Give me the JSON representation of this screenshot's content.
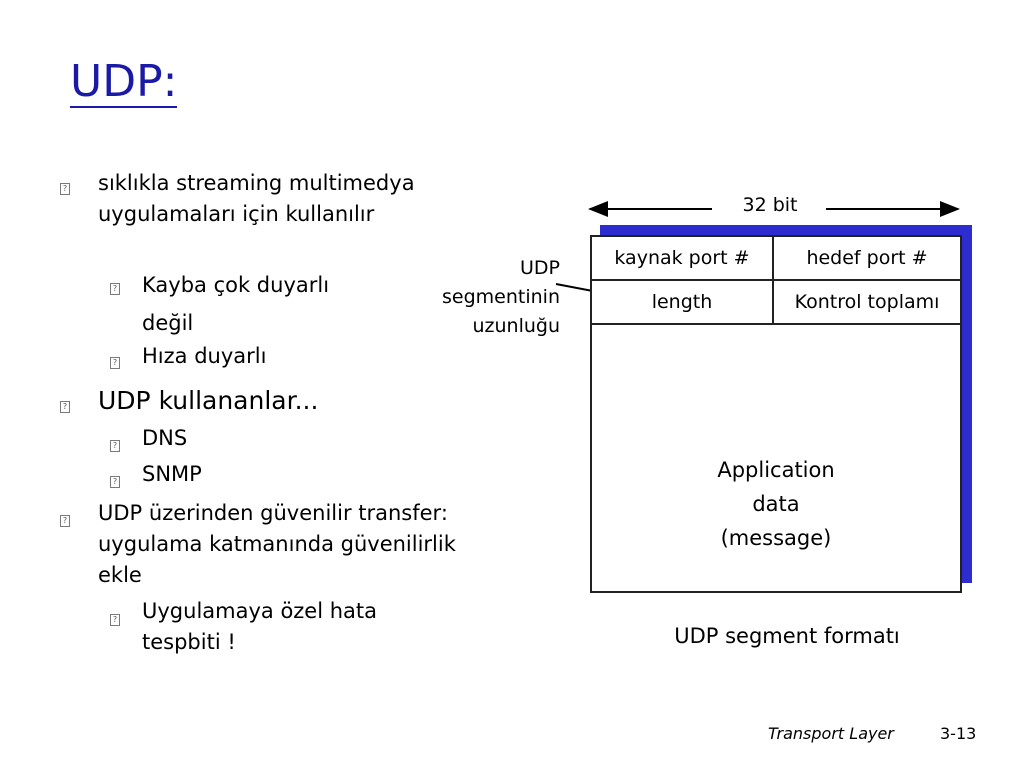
{
  "slide": {
    "title": "UDP:",
    "bullets": [
      {
        "level": 1,
        "text": "sıklıkla streaming multimedya uygulamaları için kullanılır"
      },
      {
        "level": 2,
        "text": "Kayba çok duyarlı değil"
      },
      {
        "level": 2,
        "text": "Hıza duyarlı"
      },
      {
        "level": 1,
        "text": "UDP kullananlar..."
      },
      {
        "level": 2,
        "text": "DNS"
      },
      {
        "level": 2,
        "text": "SNMP"
      },
      {
        "level": 1,
        "text": "UDP üzerinden güvenilir transfer: uygulama katmanında güvenilirlik ekle"
      },
      {
        "level": 2,
        "text": "Uygulamaya özel hata tespbiti !"
      }
    ],
    "bullet_glyph": "?"
  },
  "diagram": {
    "width_label": "32 bit",
    "fields": {
      "source_port": "kaynak port #",
      "dest_port": "hedef port #",
      "length": "length",
      "checksum": "Kontrol toplamı"
    },
    "app_data": [
      "Application",
      "data",
      "(message)"
    ],
    "length_annotation": [
      "UDP",
      "segmentinin",
      "uzunluğu"
    ],
    "caption": "UDP segment formatı",
    "colors": {
      "shadow": "#2c2ccf",
      "title": "#1a1aa6"
    }
  },
  "footer": {
    "left": "Transport Layer",
    "right": "3-13"
  }
}
